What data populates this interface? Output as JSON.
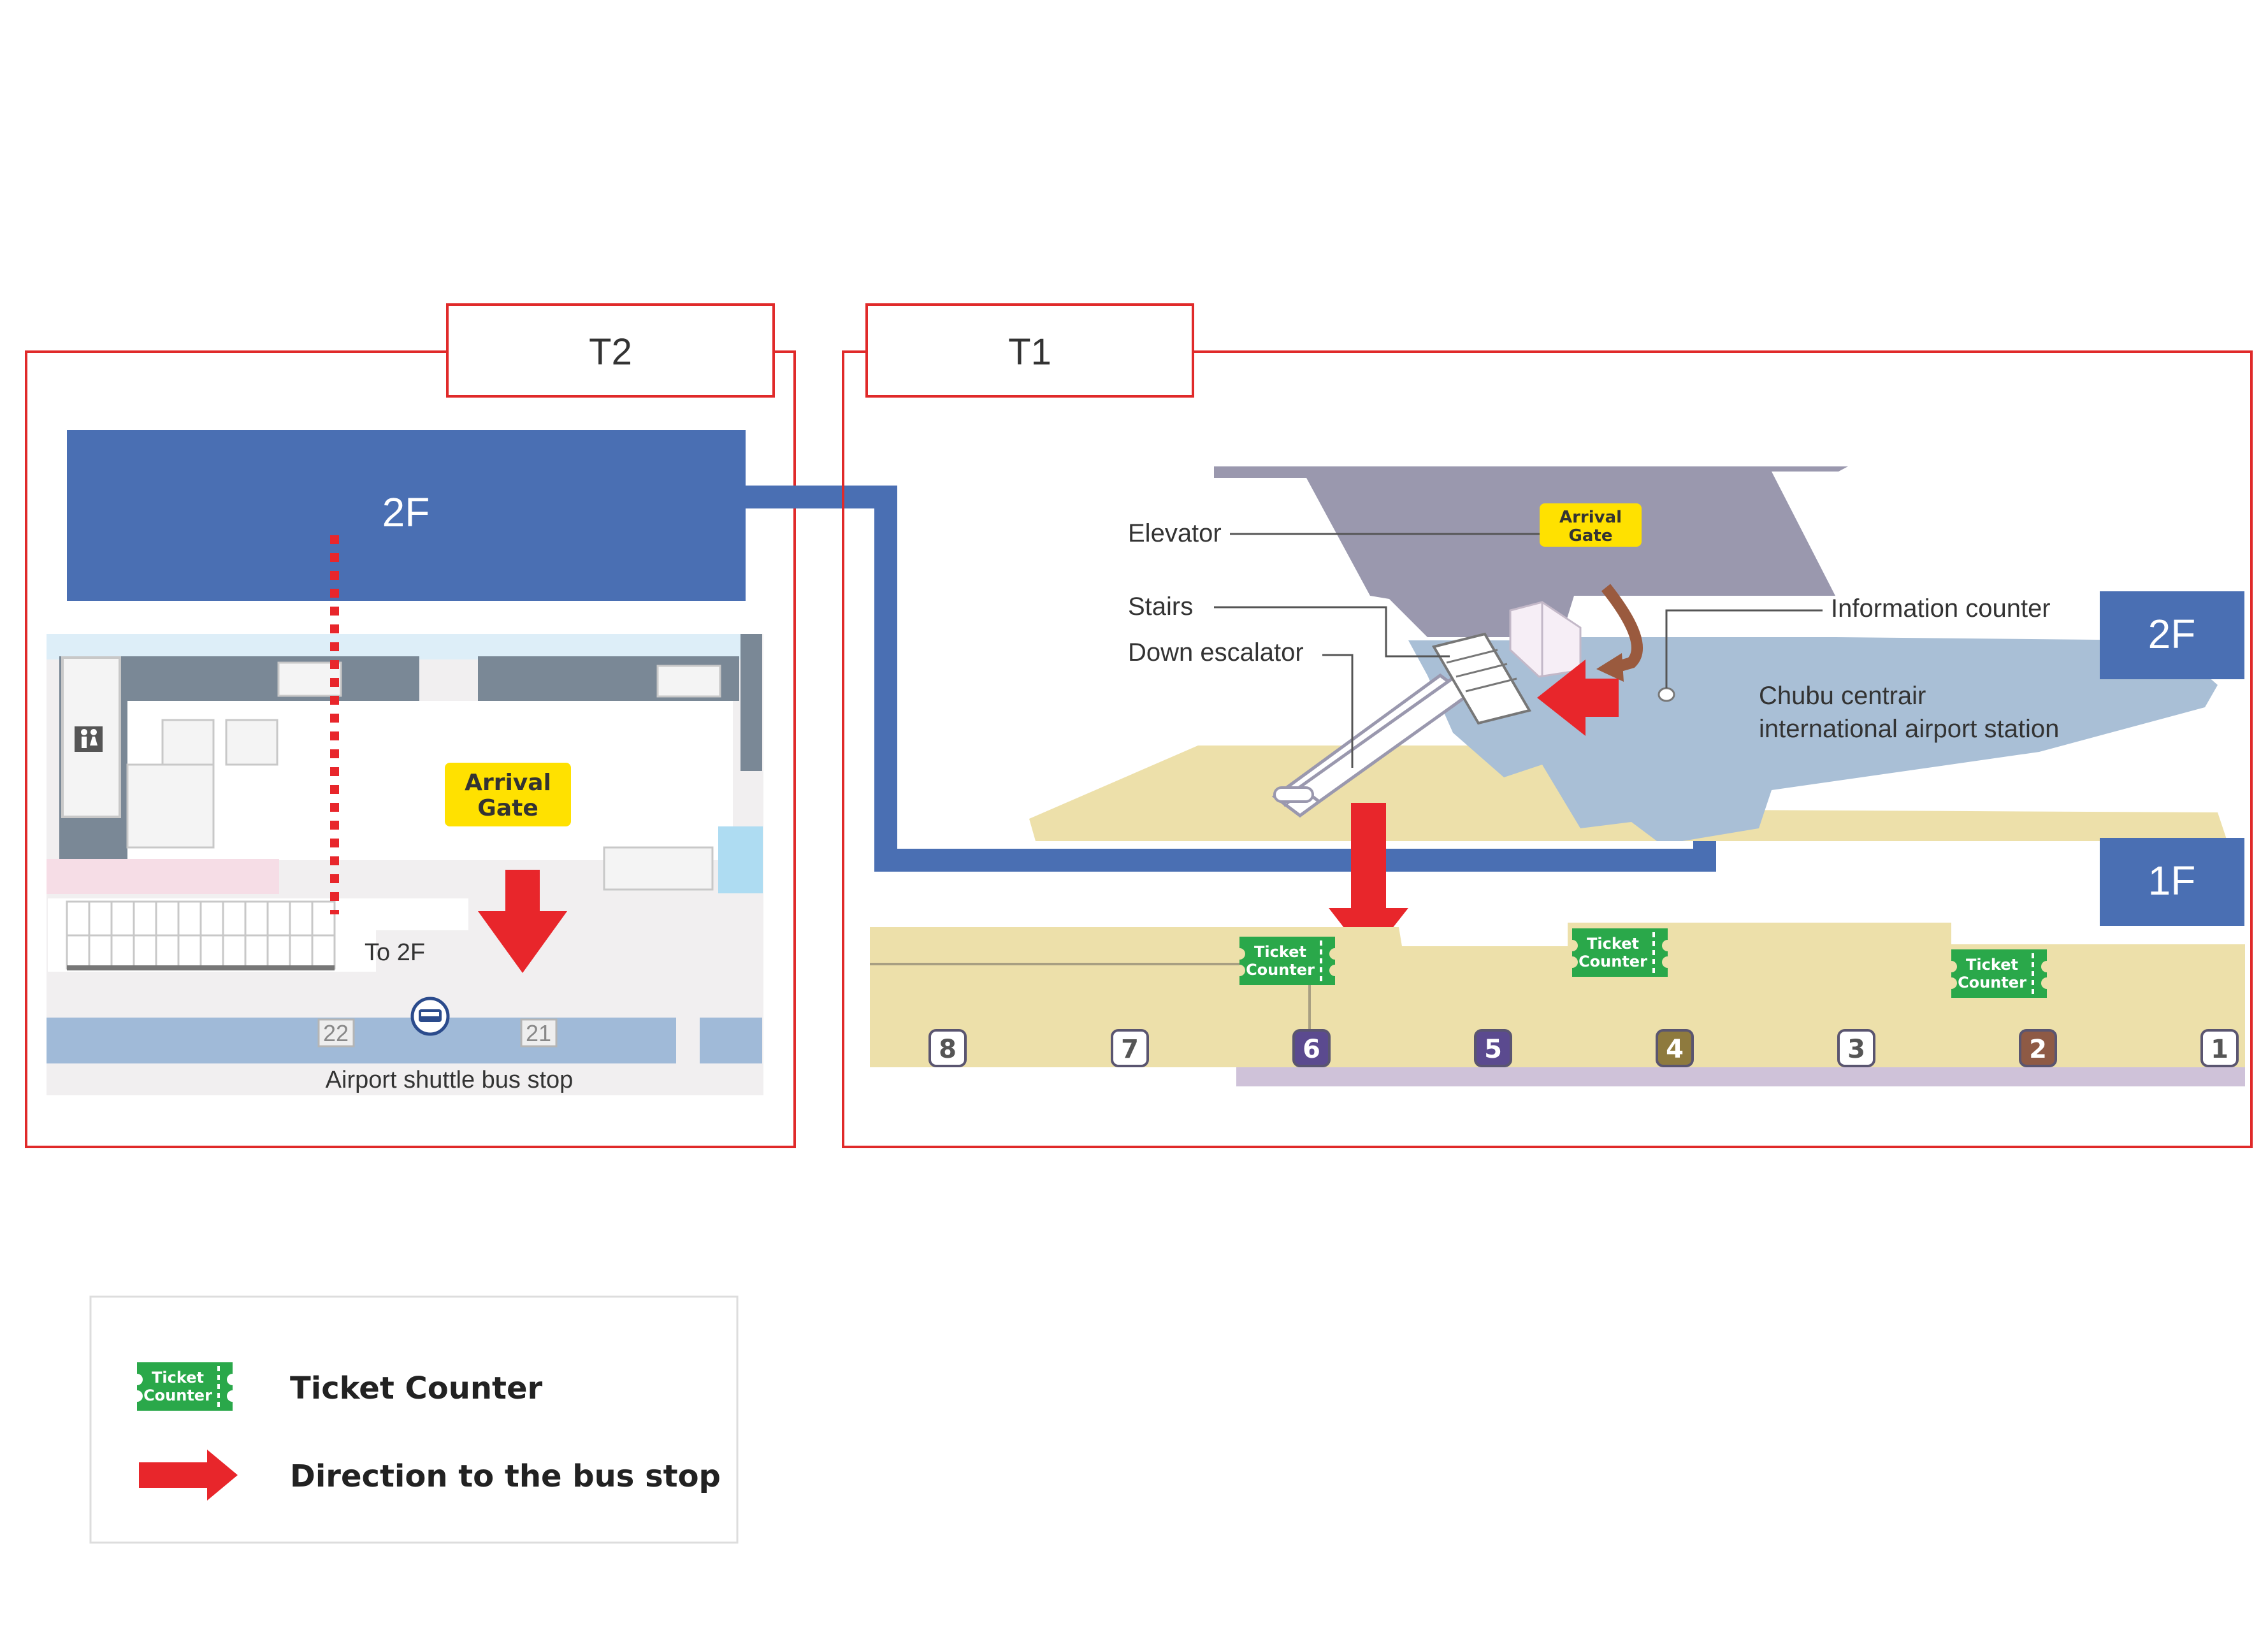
{
  "colors": {
    "frame_red": "#e02a2a",
    "route_blue": "#4a6fb3",
    "arrow_red": "#e8262b",
    "ticket_green": "#2aa84a",
    "gate_yellow": "#ffe100",
    "platform_beige": "#ede0aa",
    "station_blue": "#a9bfd6",
    "concourse_purple": "#9a98ae"
  },
  "t2": {
    "title": "T2",
    "floor_2f": "2F",
    "arrival_gate_line1": "Arrival",
    "arrival_gate_line2": "Gate",
    "to_2f": "To 2F",
    "bus_stop_label": "Airport shuttle bus stop",
    "stop_numbers": [
      "22",
      "21"
    ],
    "icons": [
      "restroom-icon",
      "bus-icon"
    ]
  },
  "t1": {
    "title": "T1",
    "floor_2f": "2F",
    "floor_1f": "1F",
    "arrival_gate_line1": "Arrival",
    "arrival_gate_line2": "Gate",
    "elevator": "Elevator",
    "stairs": "Stairs",
    "down_escalator": "Down escalator",
    "information_counter": "Information counter",
    "station_line1": "Chubu centrair",
    "station_line2": "international airport station",
    "ticket_line1": "Ticket",
    "ticket_line2": "Counter",
    "platform_numbers": [
      {
        "num": "8",
        "color": "#ffffff",
        "text": "#555555"
      },
      {
        "num": "7",
        "color": "#ffffff",
        "text": "#555555"
      },
      {
        "num": "6",
        "color": "#5b4a8f",
        "text": "#ffffff"
      },
      {
        "num": "5",
        "color": "#5b4a8f",
        "text": "#ffffff"
      },
      {
        "num": "4",
        "color": "#8e7a3e",
        "text": "#ffffff"
      },
      {
        "num": "3",
        "color": "#ffffff",
        "text": "#555555"
      },
      {
        "num": "2",
        "color": "#8e5a45",
        "text": "#ffffff"
      },
      {
        "num": "1",
        "color": "#ffffff",
        "text": "#555555"
      }
    ]
  },
  "legend": {
    "ticket_counter": "Ticket Counter",
    "direction": "Direction to the bus stop",
    "ticket_icon_line1": "Ticket",
    "ticket_icon_line2": "Counter"
  }
}
